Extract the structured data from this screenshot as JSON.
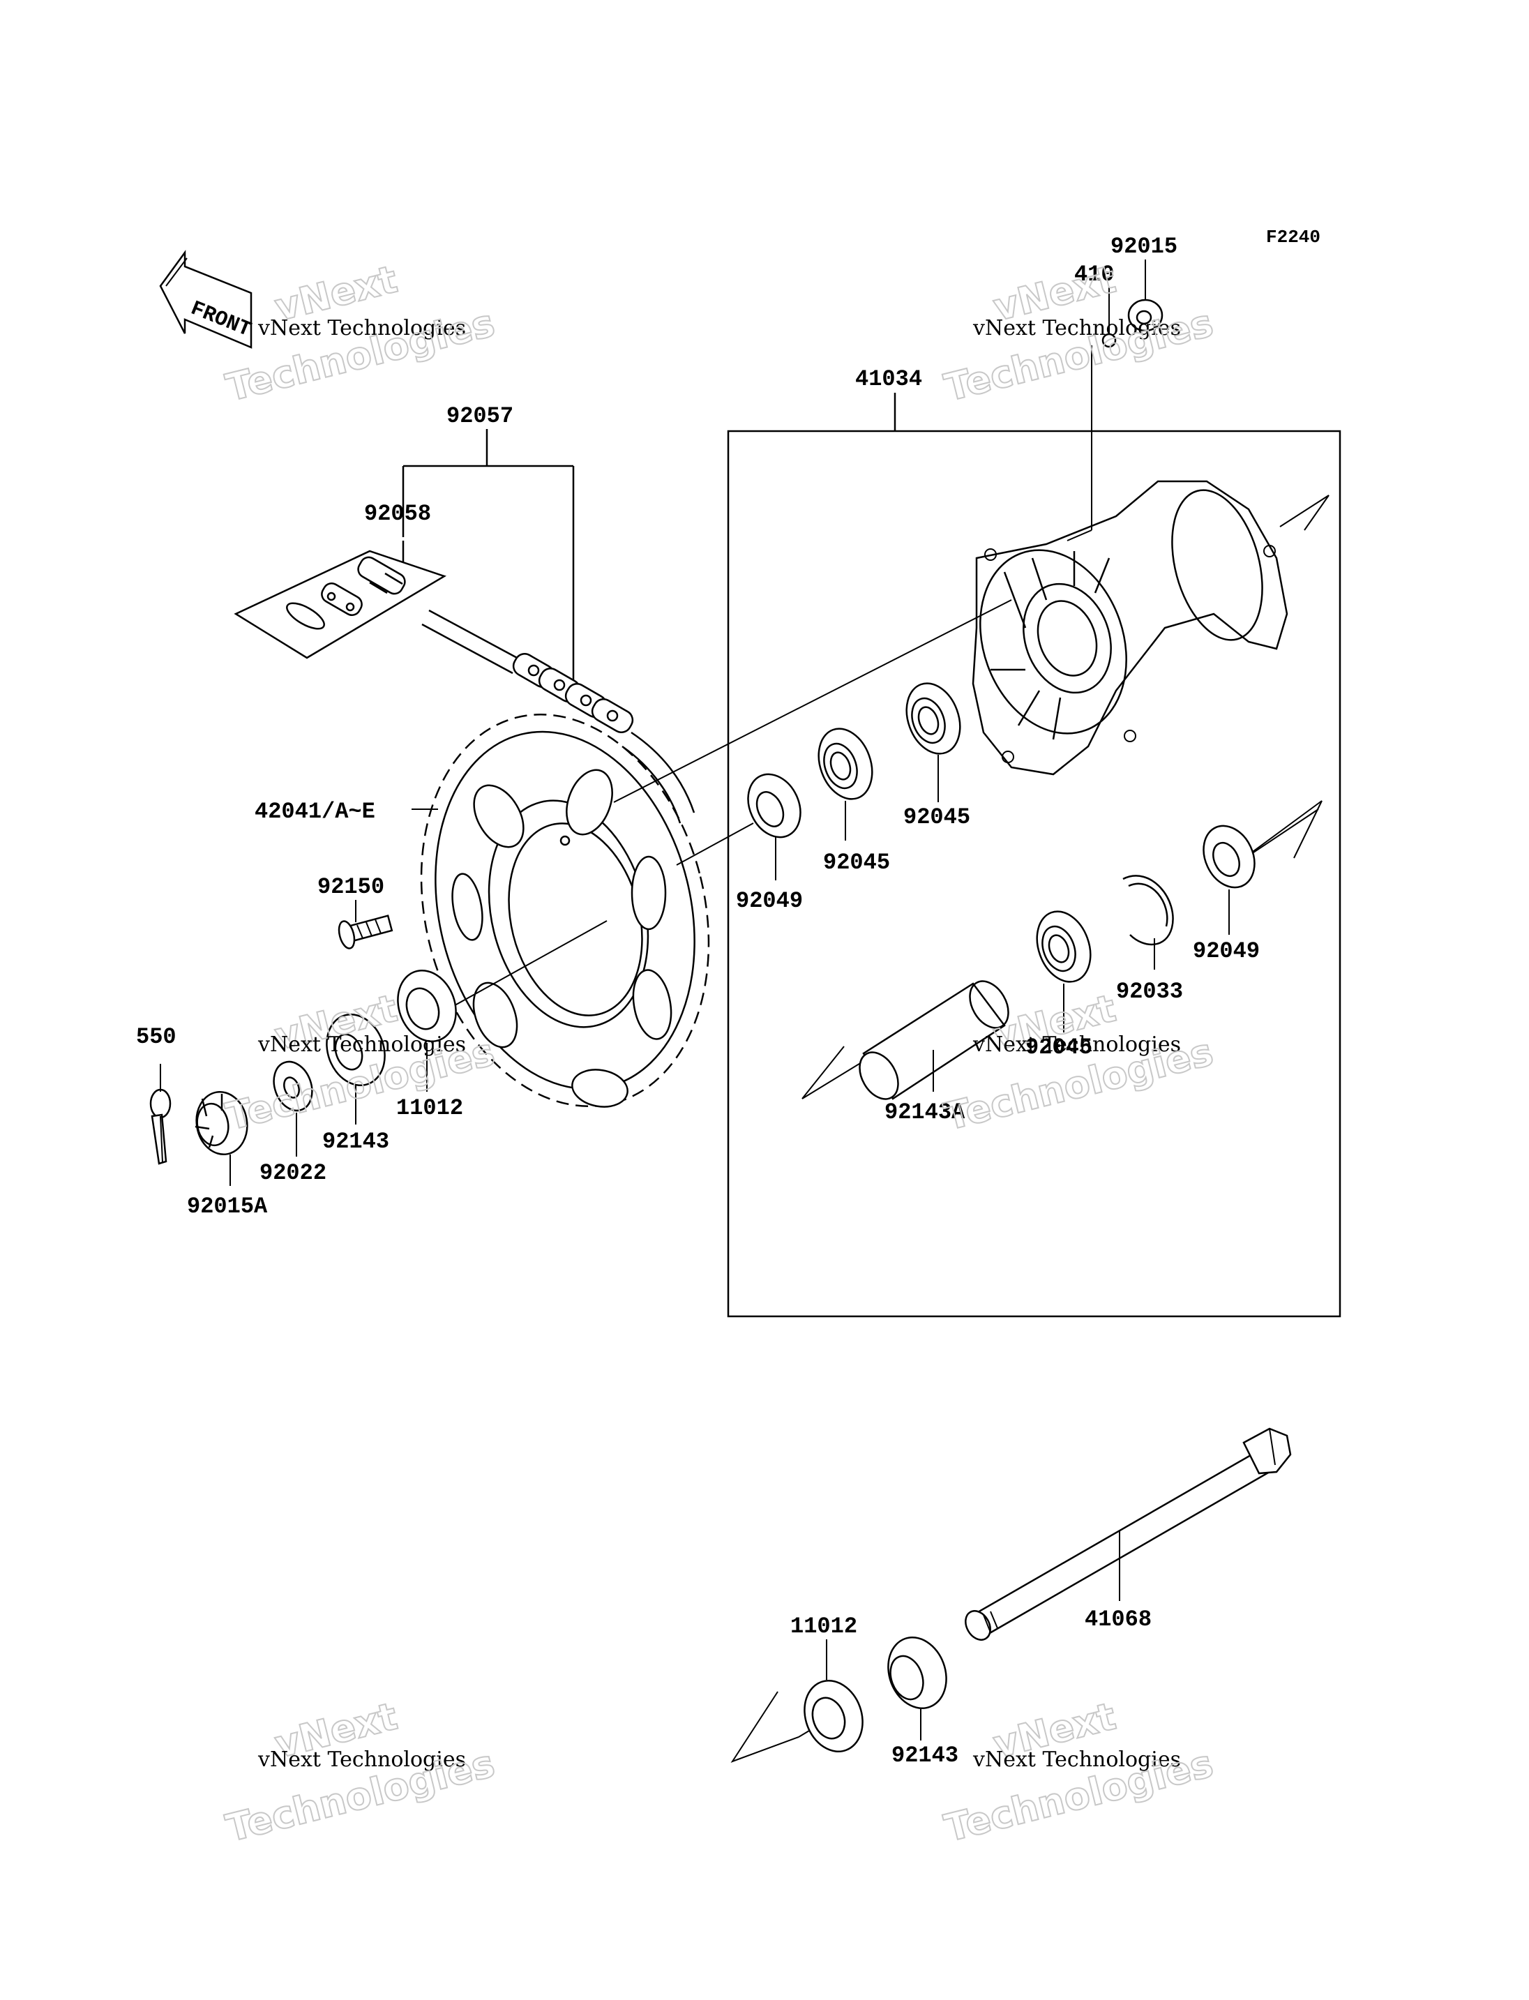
{
  "figure_code": "F2240",
  "front_label": "FRONT",
  "watermark": {
    "line1": "vNext",
    "line2": "vNext Technologies",
    "line3": "Technologies"
  },
  "parts": {
    "p92015": "92015",
    "p410": "410",
    "p41034": "41034",
    "p92057": "92057",
    "p92058": "92058",
    "p42041": "42041/A~E",
    "p92150": "92150",
    "p92049a": "92049",
    "p92045a": "92045",
    "p92045b": "92045",
    "p92045c": "92045",
    "p92049b": "92049",
    "p92033": "92033",
    "p92143a": "92143A",
    "p550": "550",
    "p11012a": "11012",
    "p92143b": "92143",
    "p92022": "92022",
    "p92015a": "92015A",
    "p11012b": "11012",
    "p41068": "41068",
    "p92143c": "92143"
  }
}
